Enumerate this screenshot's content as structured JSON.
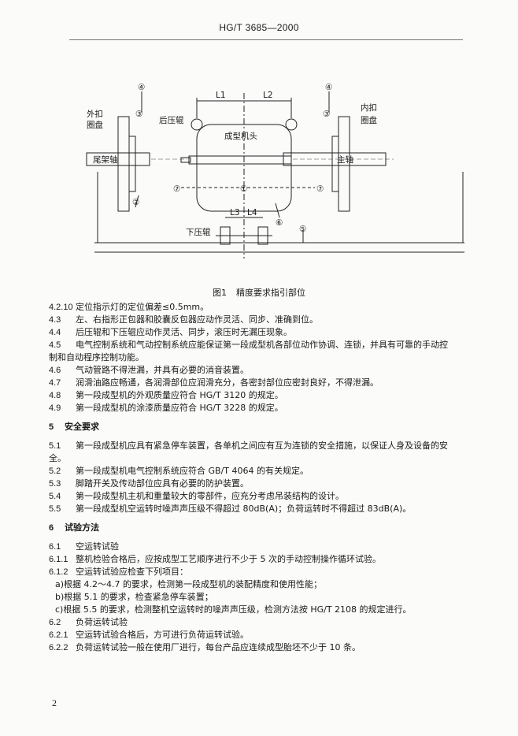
{
  "header": {
    "standard_code": "HG/T 3685—2000"
  },
  "figure": {
    "labels": {
      "outer_disc_1": "外扣",
      "outer_disc_2": "圈盘",
      "inner_disc_1": "内扣",
      "inner_disc_2": "圈盘",
      "rear_roller": "后压辊",
      "forming_head": "成型机头",
      "tail_shaft": "尾架轴",
      "main_shaft": "主轴",
      "lower_roller": "下压辊",
      "L1": "L1",
      "L2": "L2",
      "L3": "L3",
      "L4": "L4",
      "n1": "①",
      "n2": "②",
      "n3a": "③",
      "n3b": "③",
      "n4a": "④",
      "n4b": "④",
      "n5": "⑤",
      "n6": "⑥",
      "n7a": "⑦",
      "n7b": "⑦"
    },
    "caption_number": "图1",
    "caption_text": "精度要求指引部位"
  },
  "items_4": [
    {
      "num": "4.2.10",
      "text": "定位指示灯的定位偏差≤0.5mm。"
    },
    {
      "num": "4.3",
      "text": "左、右指形正包器和胶囊反包器应动作灵活、同步、准确到位。"
    },
    {
      "num": "4.4",
      "text": "后压辊和下压辊应动作灵活、同步，滚压时无漏压现象。"
    },
    {
      "num": "4.5",
      "text": "电气控制系统和气动控制系统应能保证第一段成型机各部位动作协调、连锁，并具有可靠的手动控",
      "cont": "制和自动程序控制功能。"
    },
    {
      "num": "4.6",
      "text": "气动管路不得泄漏，并具有必要的消音装置。"
    },
    {
      "num": "4.7",
      "text": "润滑油路应畅通，各润滑部位应润滑充分，各密封部位应密封良好，不得泄漏。"
    },
    {
      "num": "4.8",
      "text": "第一段成型机的外观质量应符合 HG/T 3120 的规定。"
    },
    {
      "num": "4.9",
      "text": "第一段成型机的涂漆质量应符合 HG/T 3228 的规定。"
    }
  ],
  "section5": {
    "num": "5",
    "title": "安全要求",
    "items": [
      {
        "num": "5.1",
        "text": "第一段成型机应具有紧急停车装置，各单机之间应有互为连锁的安全措施，以保证人身及设备的安",
        "cont": "全。"
      },
      {
        "num": "5.2",
        "text": "第一段成型机电气控制系统应符合 GB/T 4064 的有关规定。"
      },
      {
        "num": "5.3",
        "text": "脚踏开关及传动部位应具有必要的防护装置。"
      },
      {
        "num": "5.4",
        "text": "第一段成型机主机和重量较大的零部件，应充分考虑吊装结构的设计。"
      },
      {
        "num": "5.5",
        "text": "第一段成型机空运转时噪声声压级不得超过 80dB(A)；负荷运转时不得超过 83dB(A)。"
      }
    ]
  },
  "section6": {
    "num": "6",
    "title": "试验方法",
    "s61": {
      "num": "6.1",
      "text": "空运转试验"
    },
    "s611": {
      "num": "6.1.1",
      "text": "整机检验合格后，应按成型工艺顺序进行不少于 5 次的手动控制操作循环试验。"
    },
    "s612": {
      "num": "6.1.2",
      "text": "空运转试验应检查下列项目："
    },
    "s612_items": [
      "a)根据 4.2～4.7 的要求，检测第一段成型机的装配精度和使用性能；",
      "b)根据 5.1 的要求，检查紧急停车装置；",
      "c)根据 5.5 的要求，检测整机空运转时的噪声声压级，检测方法按 HG/T 2108 的规定进行。"
    ],
    "s62": {
      "num": "6.2",
      "text": "负荷运转试验"
    },
    "s621": {
      "num": "6.2.1",
      "text": "空运转试验合格后，方可进行负荷运转试验。"
    },
    "s622": {
      "num": "6.2.2",
      "text": "负荷运转试验一般在使用厂进行，每台产品应连续成型胎坯不少于 10 条。"
    }
  },
  "page_number": "2"
}
